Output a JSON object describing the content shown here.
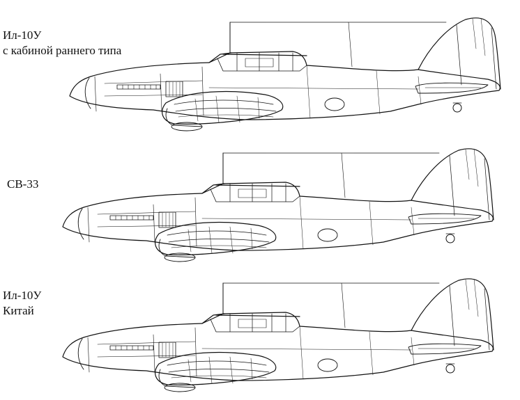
{
  "profiles": [
    {
      "line1": "Ил-10У",
      "line2": "с кабиной раннего типа"
    },
    {
      "line1": "СВ-33",
      "line2": ""
    },
    {
      "line1": "Ил-10У",
      "line2": "Китай"
    }
  ]
}
